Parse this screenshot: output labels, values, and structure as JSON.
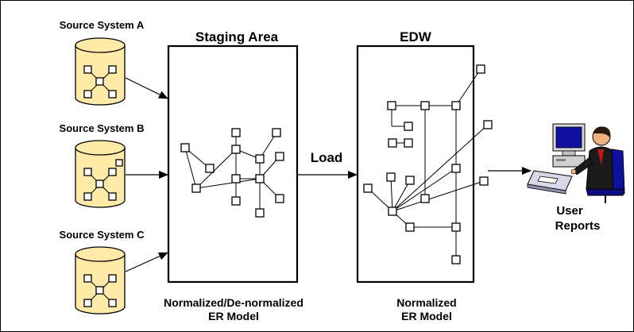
{
  "sources": [
    {
      "label": "Source System A"
    },
    {
      "label": "Source System B"
    },
    {
      "label": "Source System C"
    }
  ],
  "staging": {
    "title": "Staging Area",
    "caption_line1": "Normalized/De-normalized",
    "caption_line2": "ER Model"
  },
  "load_label": "Load",
  "edw": {
    "title": "EDW",
    "caption_line1": "Normalized",
    "caption_line2": "ER Model"
  },
  "user": {
    "line1": "User",
    "line2": "Reports"
  },
  "colors": {
    "cylinder_fill": "#ffeaa8",
    "cylinder_stroke": "#000000",
    "border": "#000000",
    "monitor_screen": "#1010a0",
    "user_shirt": "#c01818",
    "user_skin": "#f0b080"
  },
  "icons": [
    "database-cylinder-icon",
    "arrow-icon",
    "computer-user-icon"
  ]
}
